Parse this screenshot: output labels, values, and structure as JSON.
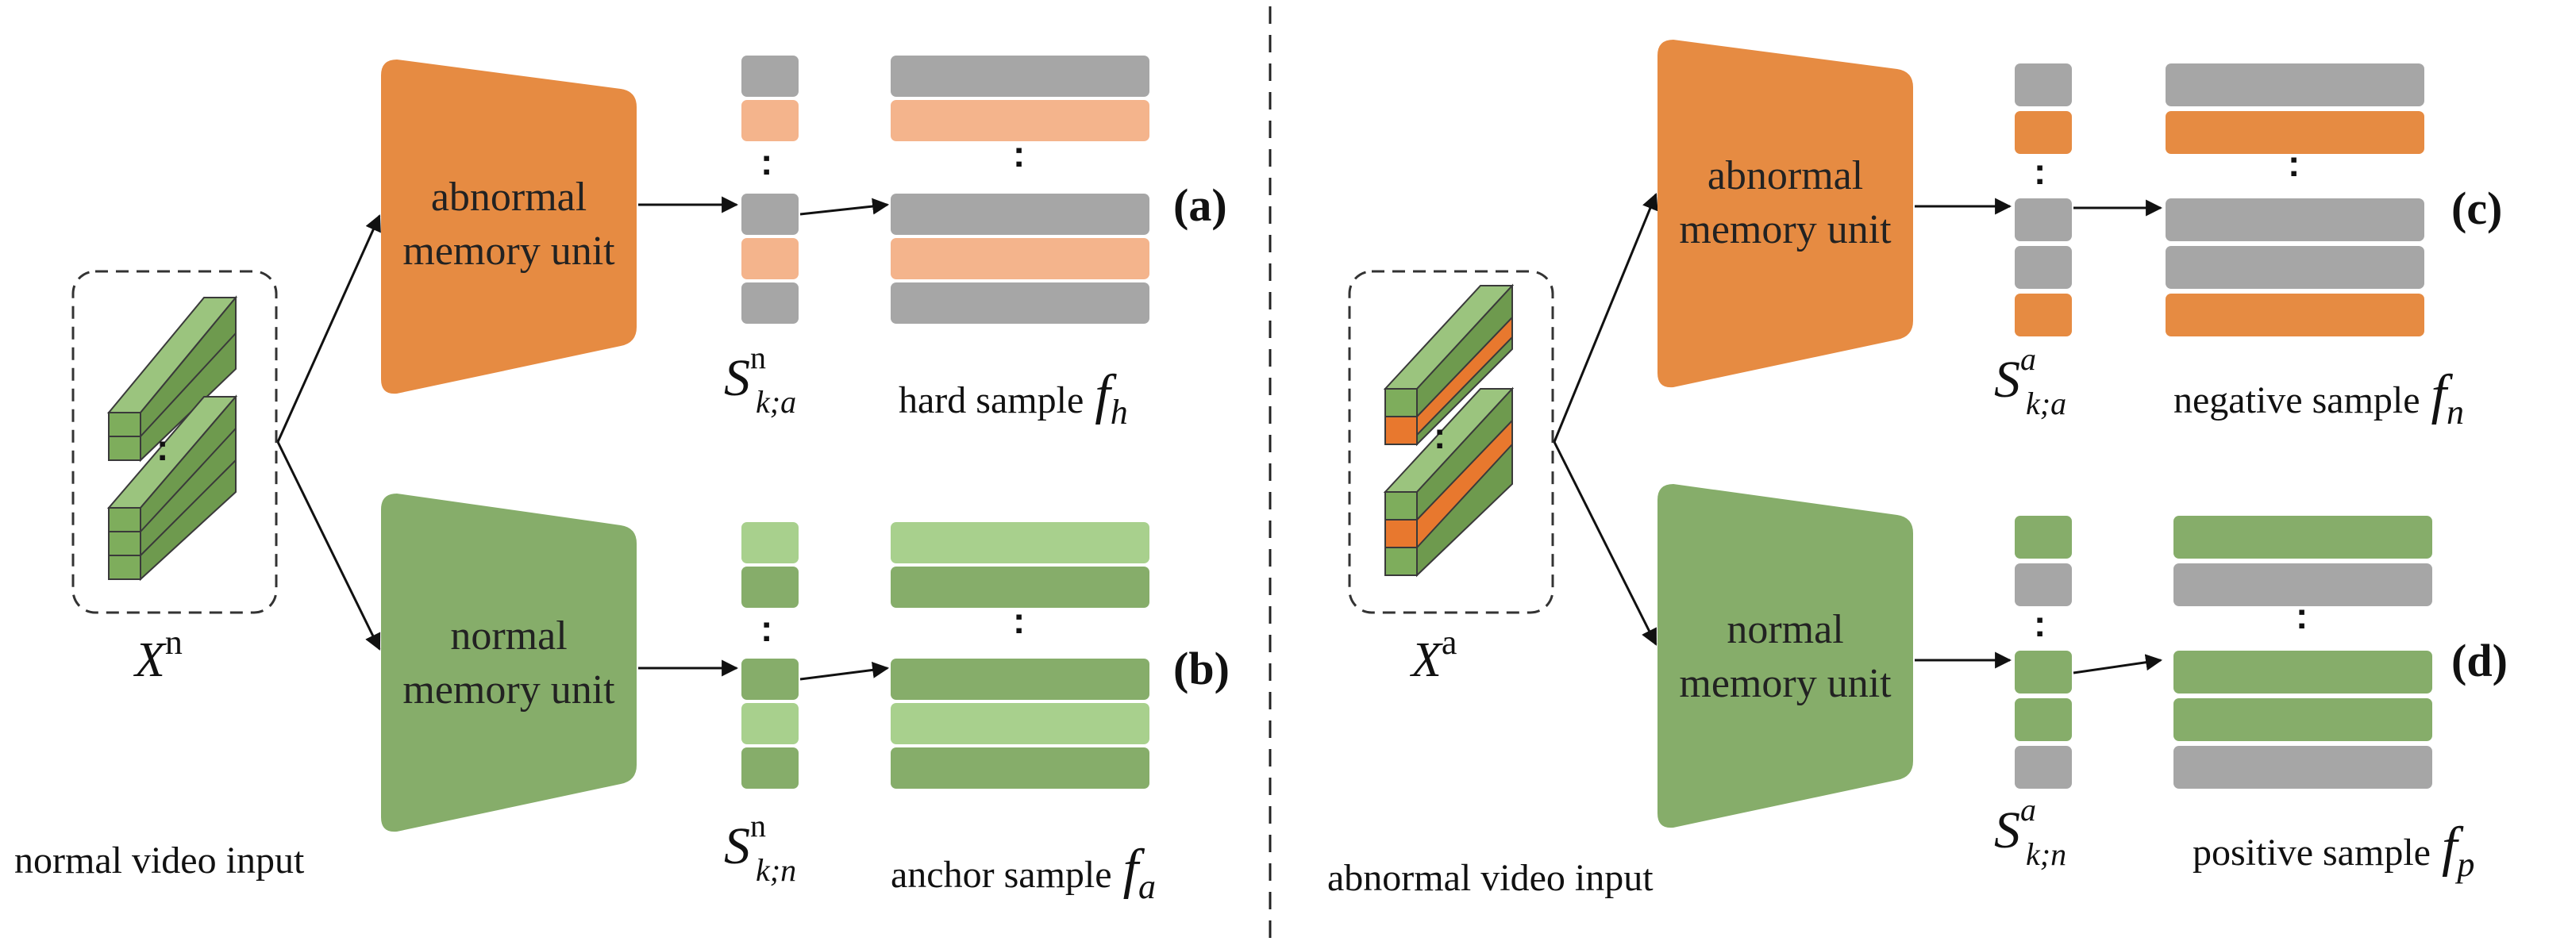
{
  "colors": {
    "orange": "#E68B42",
    "light_orange": "#F4B48C",
    "green": "#86AD6A",
    "light_green": "#A8D08D",
    "gray": "#A6A6A6",
    "voxel_green": "#7EAD5C",
    "voxel_orange": "#E8782E"
  },
  "left_panel": {
    "input_caption": "normal video input",
    "input_symbol": {
      "base": "X",
      "sup": "n"
    },
    "abnormal_unit": {
      "line1": "abnormal",
      "line2": "memory unit"
    },
    "normal_unit": {
      "line1": "normal",
      "line2": "memory unit"
    },
    "score_top": {
      "base": "S",
      "sup": "n",
      "sub": "k;a"
    },
    "score_bottom": {
      "base": "S",
      "sup": "n",
      "sub": "k;n"
    },
    "sample_top": {
      "text": "hard sample",
      "f": "f",
      "sub": "h"
    },
    "sample_bottom": {
      "text": "anchor sample",
      "f": "f",
      "sub": "a"
    },
    "tag_top": "(a)",
    "tag_bottom": "(b)"
  },
  "right_panel": {
    "input_caption": "abnormal video input",
    "input_symbol": {
      "base": "X",
      "sup": "a"
    },
    "abnormal_unit": {
      "line1": "abnormal",
      "line2": "memory unit"
    },
    "normal_unit": {
      "line1": "normal",
      "line2": "memory unit"
    },
    "score_top": {
      "base": "S",
      "sup": "a",
      "sub": "k;a"
    },
    "score_bottom": {
      "base": "S",
      "sup": "a",
      "sub": "k;n"
    },
    "sample_top": {
      "text": "negative sample",
      "f": "f",
      "sub": "n"
    },
    "sample_bottom": {
      "text": "positive sample",
      "f": "f",
      "sub": "p"
    },
    "tag_top": "(c)",
    "tag_bottom": "(d)"
  },
  "ellipsis": ":"
}
